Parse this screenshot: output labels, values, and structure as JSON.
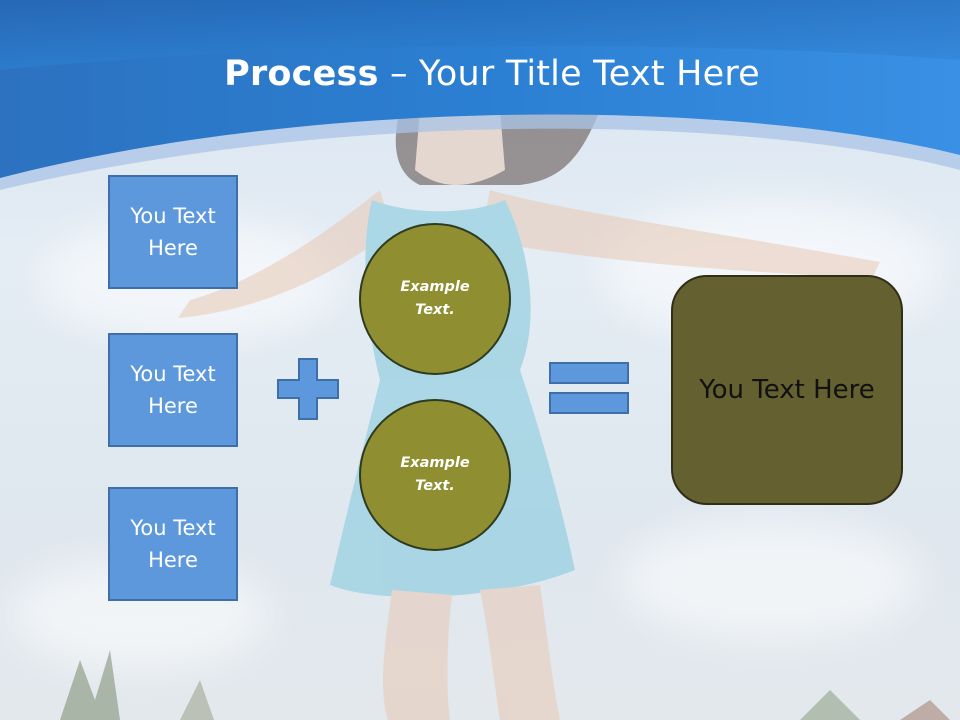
{
  "title": {
    "bold_part": "Process",
    "rest_part": " – Your Title Text Here"
  },
  "left_boxes": [
    {
      "label": "You Text Here"
    },
    {
      "label": "You Text Here"
    },
    {
      "label": "You Text Here"
    }
  ],
  "circles": [
    {
      "label": "Example Text."
    },
    {
      "label": "Example Text."
    }
  ],
  "operators": {
    "plus_icon": "plus-icon",
    "equals_icon": "equals-icon"
  },
  "result": {
    "label": "You Text Here"
  },
  "colors": {
    "header_blue": "#2f86d8",
    "box_fill": "#5d98dc",
    "circle_fill": "#8f8f32",
    "result_fill": "#646030"
  }
}
